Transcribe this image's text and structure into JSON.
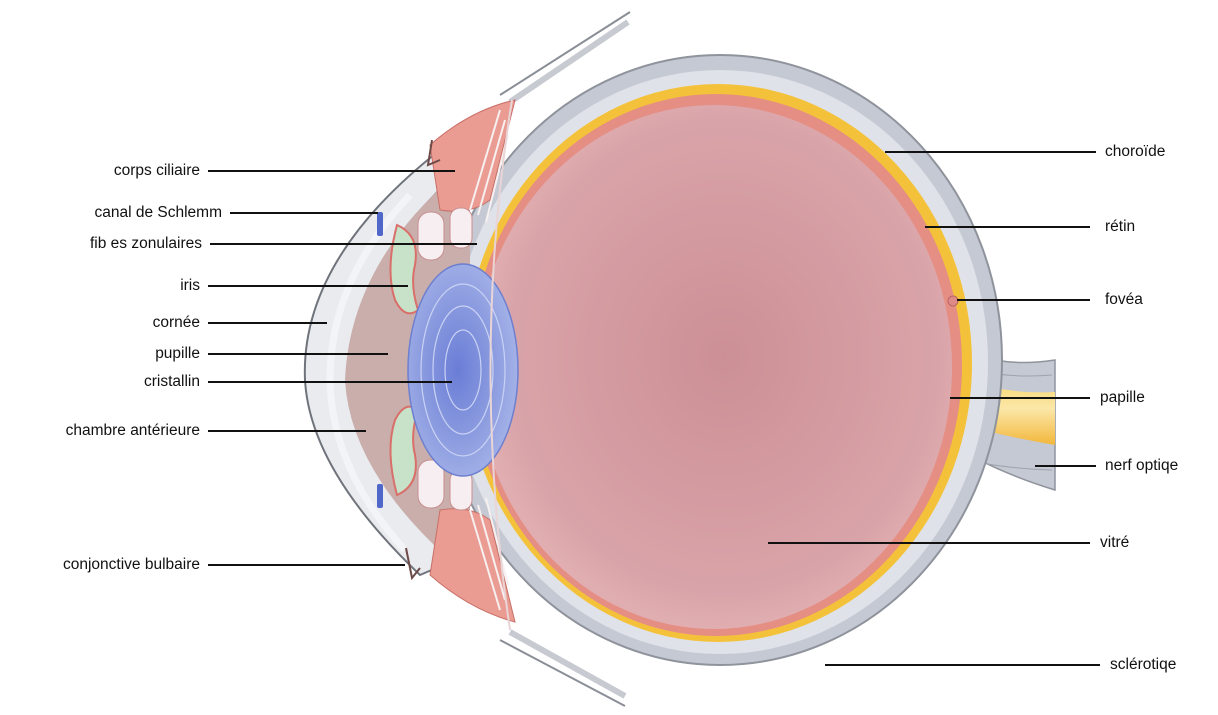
{
  "diagram": {
    "labels_left": {
      "corps_ciliaire": "corps ciliaire",
      "canal_schlemm": "canal de Schlemm",
      "fibres_zonulaires": "fib es zonulaires",
      "iris": "iris",
      "cornee": "cornée",
      "pupille": "pupille",
      "cristallin": "cristallin",
      "chambre_anterieure": "chambre antérieure",
      "conjonctive_bulbaire": "conjonctive bulbaire"
    },
    "labels_right": {
      "choroide": "choroïde",
      "retine": "rétin",
      "fovea": "fovéa",
      "papille": "papille",
      "nerf_optique": "nerf optiqe",
      "vitre": "vitré",
      "sclerotique": "sclérotiqe"
    }
  },
  "colors": {
    "sclera": "#c5c9d3",
    "sclera_inner": "#dfe2e8",
    "choroid": "#e58e84",
    "retina_yellow": "#f4c23a",
    "vitreous": "#d7a0a6",
    "vitreous_center": "#cf9198",
    "ciliary": "#eb9c92",
    "lens": "#8e9ee0",
    "iris": "#c7e2c8",
    "anterior_chamber": "#c9aeab",
    "schlemm": "#4f67c9",
    "leader": "#111111"
  }
}
